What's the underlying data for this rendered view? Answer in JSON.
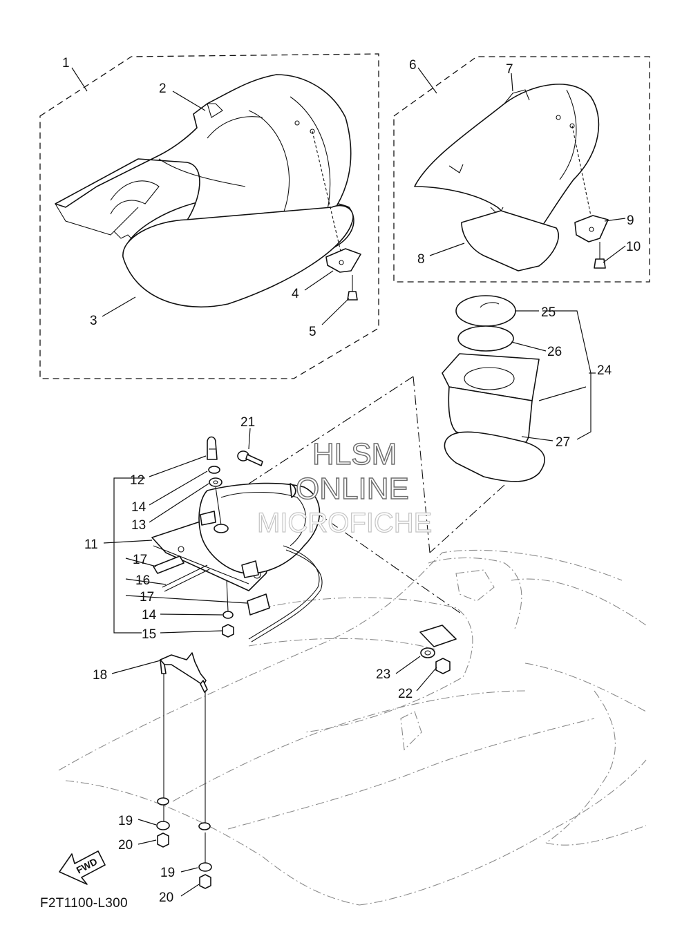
{
  "diagram_code": "F2T1100-L300",
  "watermark": {
    "line1": "HLSM",
    "line2": "ONLINE",
    "line3": "MICROFICHE"
  },
  "direction_label": "FWD",
  "callouts": {
    "c1": "1",
    "c2": "2",
    "c3": "3",
    "c4": "4",
    "c5": "5",
    "c6": "6",
    "c7": "7",
    "c8": "8",
    "c9": "9",
    "c10": "10",
    "c11": "11",
    "c12": "12",
    "c13": "13",
    "c14a": "14",
    "c14b": "14",
    "c15": "15",
    "c16": "16",
    "c17a": "17",
    "c17b": "17",
    "c18": "18",
    "c19a": "19",
    "c19b": "19",
    "c20a": "20",
    "c20b": "20",
    "c21": "21",
    "c22": "22",
    "c23": "23",
    "c24": "24",
    "c25": "25",
    "c26": "26",
    "c27": "27"
  }
}
